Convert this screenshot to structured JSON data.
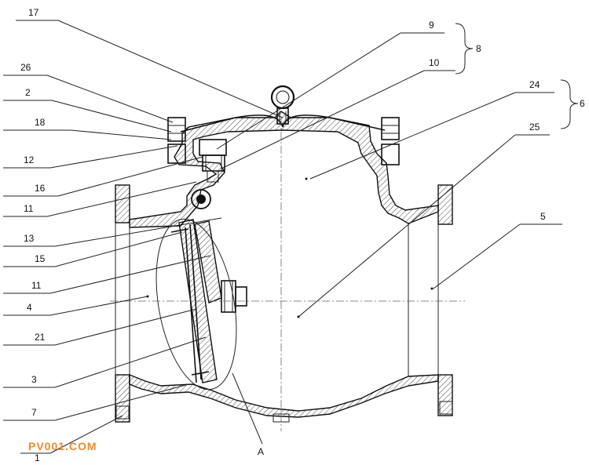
{
  "labels": [
    {
      "id": "17",
      "text": "17"
    },
    {
      "id": "9",
      "text": "9"
    },
    {
      "id": "8",
      "text": "8"
    },
    {
      "id": "10",
      "text": "10"
    },
    {
      "id": "24",
      "text": "24"
    },
    {
      "id": "6",
      "text": "6"
    },
    {
      "id": "26",
      "text": "26"
    },
    {
      "id": "2",
      "text": "2"
    },
    {
      "id": "18",
      "text": "18"
    },
    {
      "id": "25",
      "text": "25"
    },
    {
      "id": "12",
      "text": "12"
    },
    {
      "id": "16",
      "text": "16"
    },
    {
      "id": "11a",
      "text": "11"
    },
    {
      "id": "5",
      "text": "5"
    },
    {
      "id": "13",
      "text": "13"
    },
    {
      "id": "15",
      "text": "15"
    },
    {
      "id": "11b",
      "text": "11"
    },
    {
      "id": "4",
      "text": "4"
    },
    {
      "id": "21",
      "text": "21"
    },
    {
      "id": "3",
      "text": "3"
    },
    {
      "id": "7",
      "text": "7"
    },
    {
      "id": "1",
      "text": "1"
    },
    {
      "id": "A",
      "text": "A"
    }
  ],
  "watermark": "PV001.COM",
  "colors": {
    "line": "#111111",
    "watermark": "#f08a2a",
    "background": "#ffffff"
  }
}
